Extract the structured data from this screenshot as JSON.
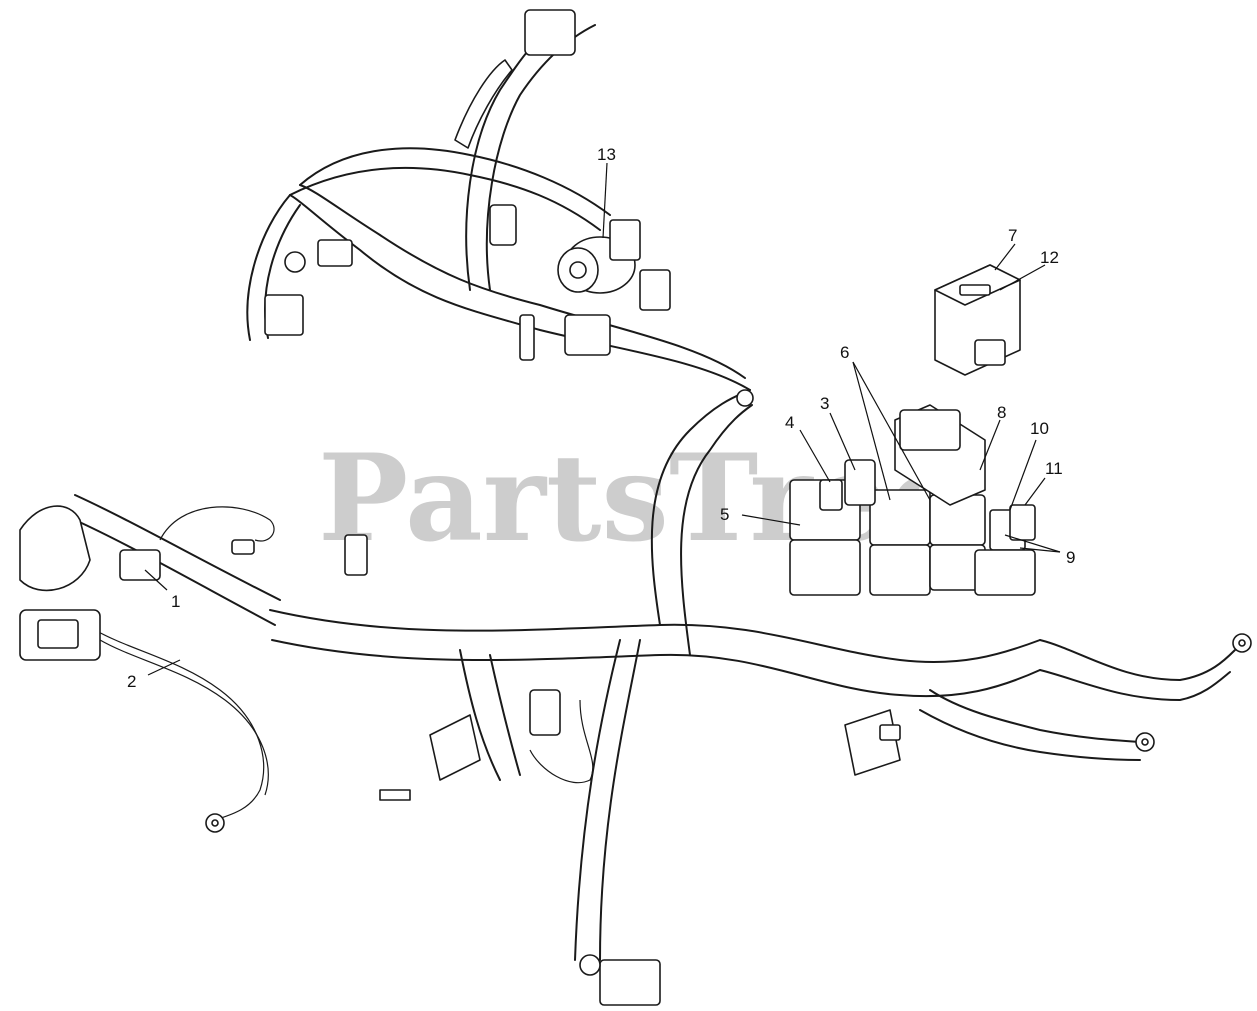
{
  "watermark": "PartsTree",
  "callouts": [
    "1",
    "2",
    "3",
    "4",
    "5",
    "6",
    "7",
    "8",
    "9",
    "10",
    "11",
    "12",
    "13"
  ]
}
